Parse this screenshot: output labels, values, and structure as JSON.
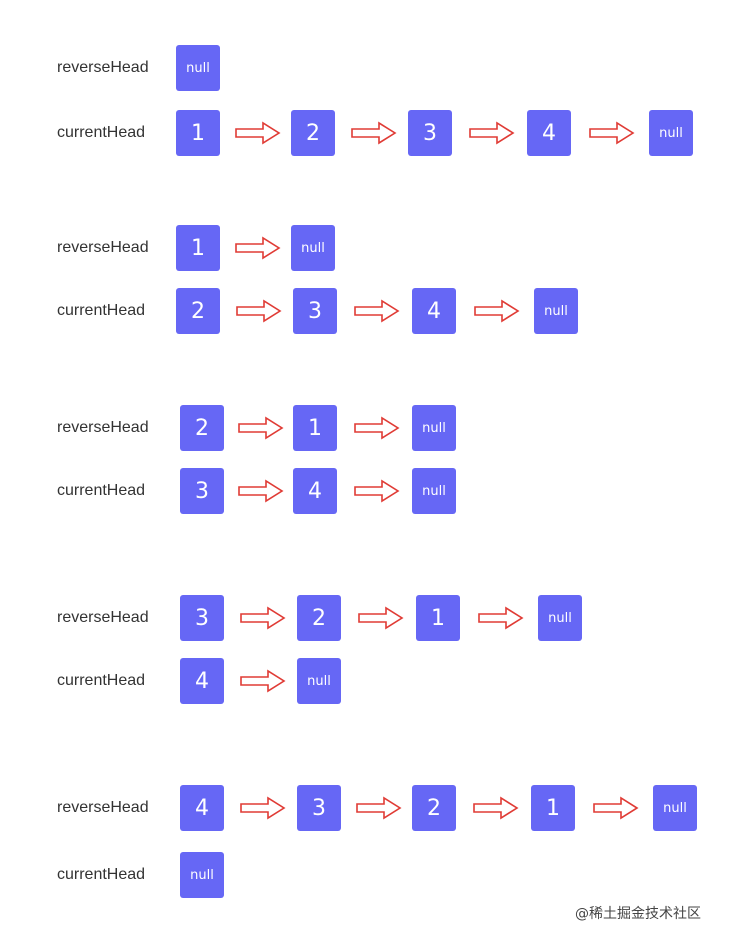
{
  "colors": {
    "node_fill": "#6667f5",
    "arrow_stroke": "#e03b35",
    "label_text": "#333333"
  },
  "steps": [
    {
      "reverseHead": {
        "label": "reverseHead",
        "nodes": [
          "null"
        ]
      },
      "currentHead": {
        "label": "currentHead",
        "nodes": [
          "1",
          "2",
          "3",
          "4",
          "null"
        ]
      }
    },
    {
      "reverseHead": {
        "label": "reverseHead",
        "nodes": [
          "1",
          "null"
        ]
      },
      "currentHead": {
        "label": "currentHead",
        "nodes": [
          "2",
          "3",
          "4",
          "null"
        ]
      }
    },
    {
      "reverseHead": {
        "label": "reverseHead",
        "nodes": [
          "2",
          "1",
          "null"
        ]
      },
      "currentHead": {
        "label": "currentHead",
        "nodes": [
          "3",
          "4",
          "null"
        ]
      }
    },
    {
      "reverseHead": {
        "label": "reverseHead",
        "nodes": [
          "3",
          "2",
          "1",
          "null"
        ]
      },
      "currentHead": {
        "label": "currentHead",
        "nodes": [
          "4",
          "null"
        ]
      }
    },
    {
      "reverseHead": {
        "label": "reverseHead",
        "nodes": [
          "4",
          "3",
          "2",
          "1",
          "null"
        ]
      },
      "currentHead": {
        "label": "currentHead",
        "nodes": [
          "null"
        ]
      }
    }
  ],
  "watermark": "@稀土掘金技术社区"
}
